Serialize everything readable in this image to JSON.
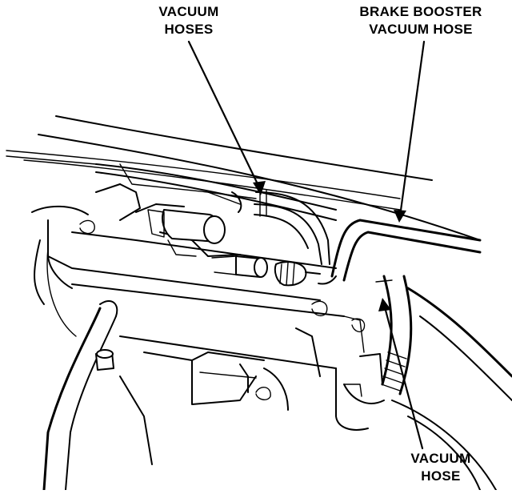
{
  "callouts": {
    "vacuum_hoses": {
      "line1": "VACUUM",
      "line2": "HOSES"
    },
    "brake_booster": {
      "line1": "BRAKE BOOSTER",
      "line2": "VACUUM HOSE"
    },
    "vacuum_hose": {
      "line1": "VACUUM",
      "line2": "HOSE"
    }
  },
  "colors": {
    "ink": "#000000",
    "paper": "#ffffff"
  }
}
